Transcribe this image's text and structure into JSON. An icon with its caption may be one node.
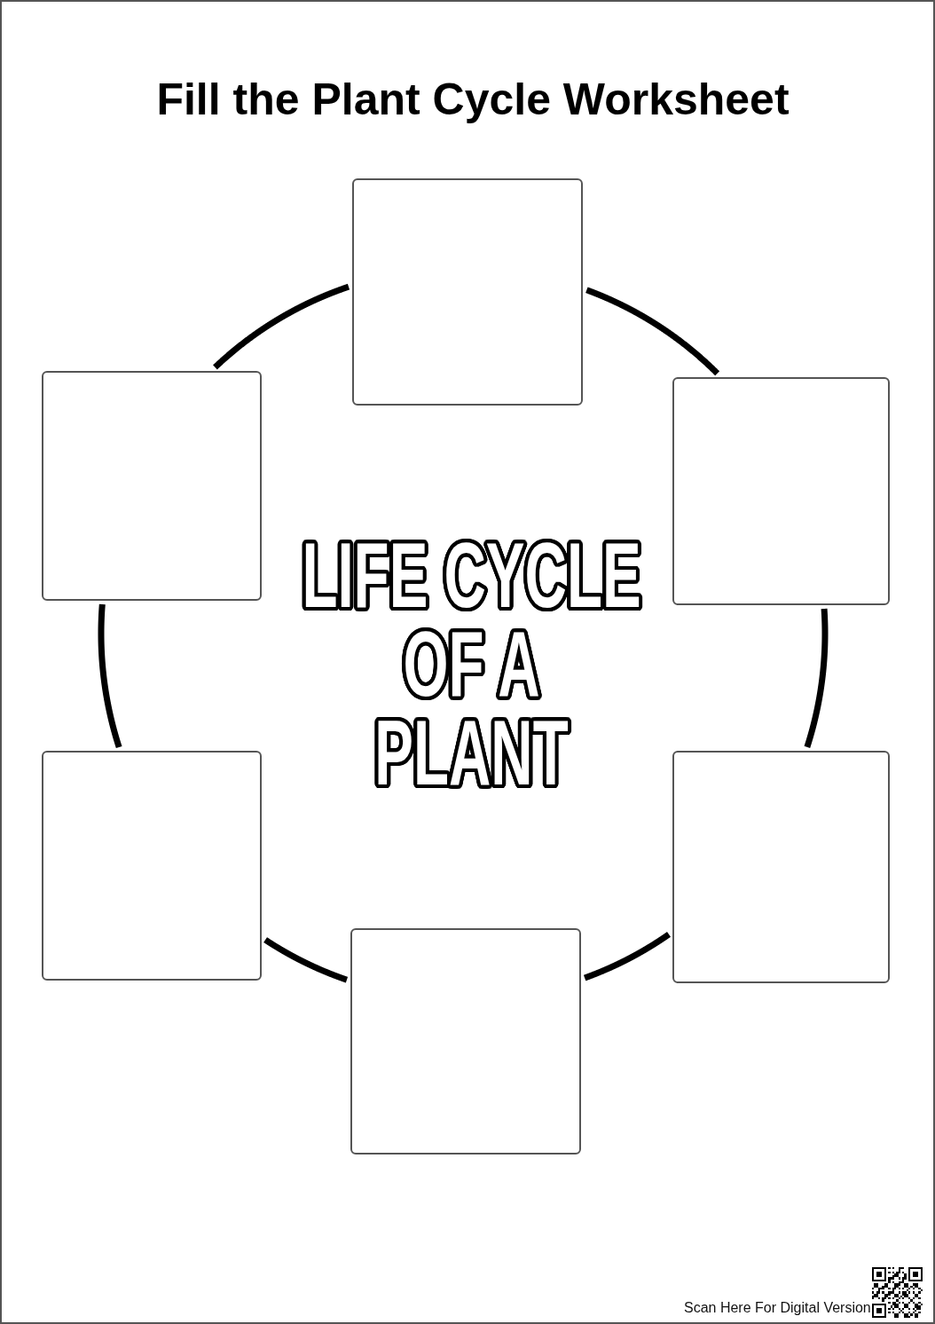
{
  "diagram": {
    "title": "Fill the Plant Cycle Worksheet",
    "nodes": [
      {
        "text": [],
        "shape": "box"
      },
      {
        "text": [],
        "shape": "box"
      },
      {
        "text": [],
        "shape": "box"
      },
      {
        "text": [],
        "shape": "box"
      },
      {
        "text": [],
        "shape": "box"
      },
      {
        "text": [],
        "shape": "box"
      }
    ],
    "edges": [
      {
        "from": 0,
        "to": 2,
        "arrow": "none"
      },
      {
        "from": 2,
        "to": 4,
        "arrow": "none"
      },
      {
        "from": 4,
        "to": 5,
        "arrow": "none"
      },
      {
        "from": 5,
        "to": 3,
        "arrow": "none"
      },
      {
        "from": 3,
        "to": 1,
        "arrow": "none"
      },
      {
        "from": 1,
        "to": 0,
        "arrow": "none"
      }
    ],
    "labels": [
      "LIFE CYCLE OF A PLANT",
      "Scan Here For Digital Version"
    ]
  }
}
